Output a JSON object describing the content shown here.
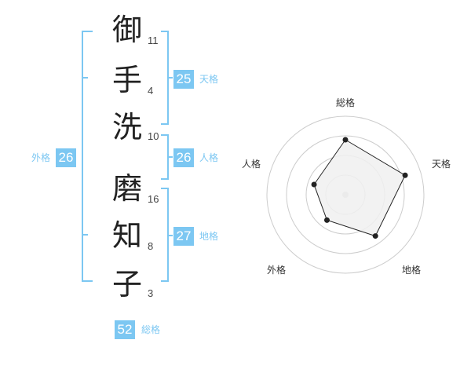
{
  "name": {
    "characters": [
      {
        "char": "御",
        "strokes": "11"
      },
      {
        "char": "手",
        "strokes": "4"
      },
      {
        "char": "洗",
        "strokes": "10"
      },
      {
        "char": "磨",
        "strokes": "16"
      },
      {
        "char": "知",
        "strokes": "8"
      },
      {
        "char": "子",
        "strokes": "3"
      }
    ]
  },
  "fortunes": {
    "tenkaku": {
      "value": "25",
      "label": "天格"
    },
    "jinkaku": {
      "value": "26",
      "label": "人格"
    },
    "chikaku": {
      "value": "27",
      "label": "地格"
    },
    "gaikaku": {
      "value": "26",
      "label": "外格"
    },
    "soukaku": {
      "value": "52",
      "label": "総格"
    }
  },
  "colors": {
    "accent": "#7cc7f2",
    "label": "#7cc7f2",
    "chart_fill": "#f0f0f0",
    "chart_stroke": "#222222",
    "grid": "#cccccc"
  },
  "chart_data": {
    "type": "radar",
    "axes": [
      "総格",
      "天格",
      "地格",
      "外格",
      "人格"
    ],
    "values": [
      0.7,
      0.8,
      0.65,
      0.4,
      0.42
    ],
    "rings": 4
  }
}
